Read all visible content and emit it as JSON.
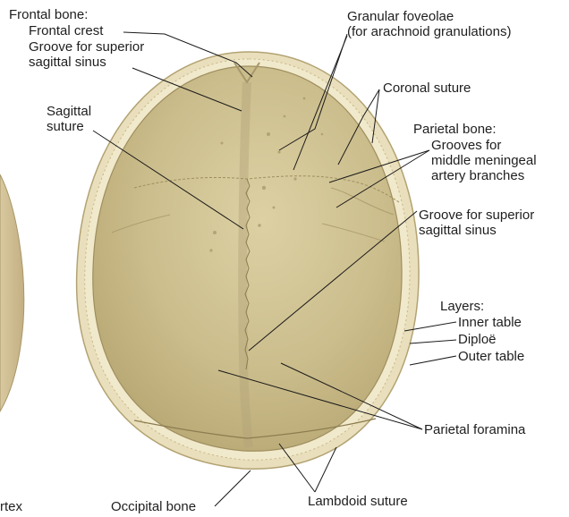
{
  "colors": {
    "bone_fill": "#cbbd8c",
    "bone_light": "#ddd1a4",
    "diploe": "#efe6c6",
    "rim_dark": "#b3a373",
    "suture": "#8c7c50",
    "leader": "#1a1a1a"
  },
  "labels": {
    "frontal_bone": "Frontal bone:",
    "frontal_crest": "Frontal crest",
    "groove_sss_top_1": "Groove for superior",
    "groove_sss_top_2": "sagittal sinus",
    "sagittal_suture_1": "Sagittal",
    "sagittal_suture_2": "suture",
    "granular_foveolae_1": "Granular foveolae",
    "granular_foveolae_2": "(for arachnoid granulations)",
    "coronal_suture": "Coronal suture",
    "parietal_bone": "Parietal bone:",
    "grooves_mma_1": "Grooves for",
    "grooves_mma_2": "middle meningeal",
    "grooves_mma_3": "artery branches",
    "groove_sss_right_1": "Groove for superior",
    "groove_sss_right_2": "sagittal sinus",
    "layers": "Layers:",
    "inner_table": "Inner table",
    "diploe": "Diploë",
    "outer_table": "Outer table",
    "parietal_foramina": "Parietal foramina",
    "occipital_bone": "Occipital bone",
    "lambdoid_suture": "Lambdoid suture",
    "cortex_fragment": "rtex"
  }
}
